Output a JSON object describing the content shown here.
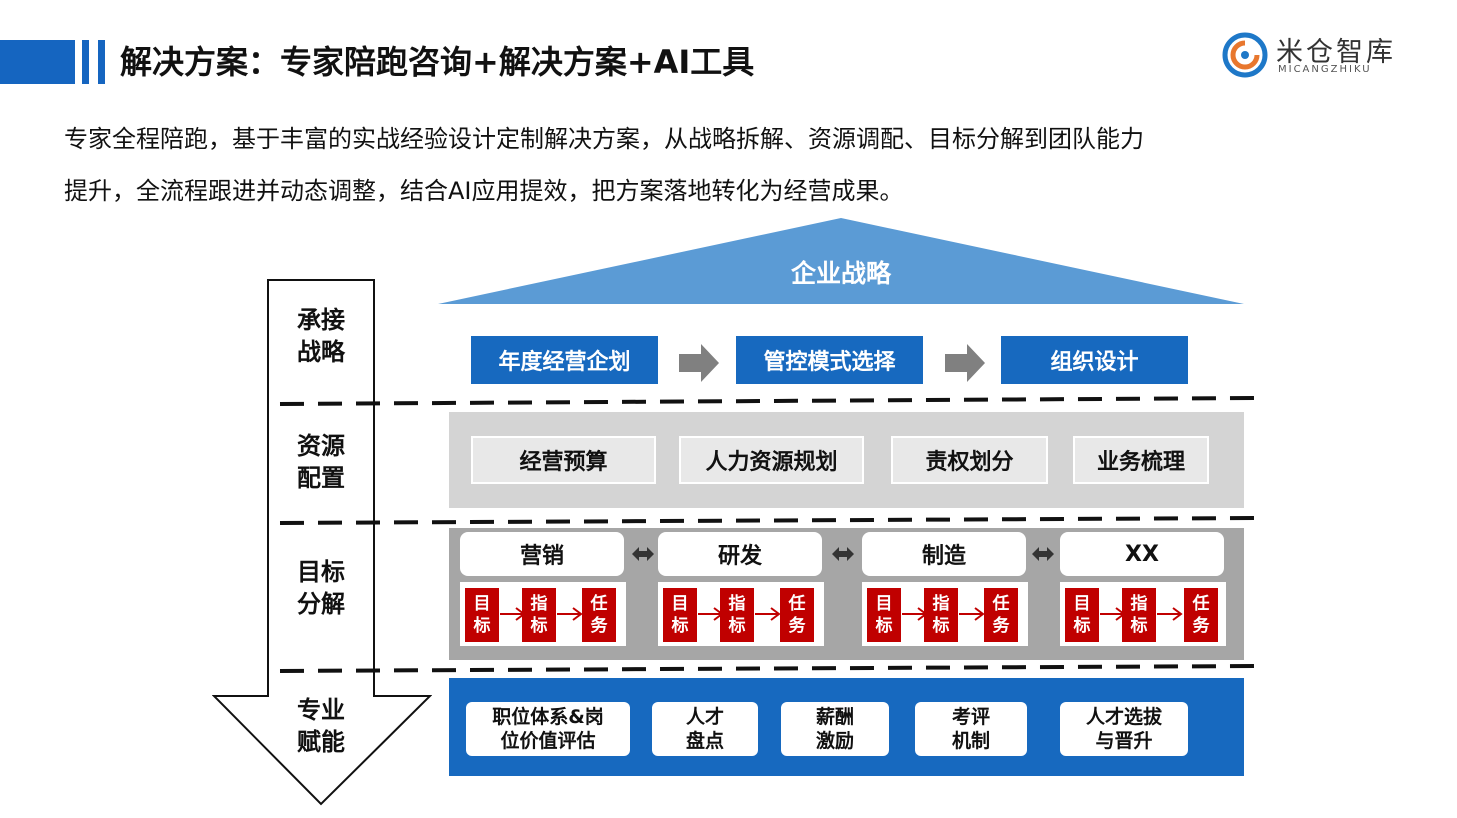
{
  "header": {
    "title": "解决方案：专家陪跑咨询+解决方案+AI工具",
    "logo_text": "米仓智库",
    "logo_sub": "MICANGZHIKU"
  },
  "intro": {
    "line1": "专家全程陪跑，基于丰富的实战经验设计定制解决方案，从战略拆解、资源调配、目标分解到团队能力",
    "line2": "提升，全流程跟进并动态调整，结合AI应用提效，把方案落地转化为经营成果。"
  },
  "colors": {
    "brand_blue": "#1565c0",
    "box_blue": "#1769bf",
    "roof_blue": "#5b9bd5",
    "red": "#c00000",
    "gray_light": "#d4d4d4",
    "gray_mid": "#a6a6a6"
  },
  "stages": [
    {
      "line1": "承接",
      "line2": "战略"
    },
    {
      "line1": "资源",
      "line2": "配置"
    },
    {
      "line1": "目标",
      "line2": "分解"
    },
    {
      "line1": "专业",
      "line2": "赋能"
    }
  ],
  "strategy": {
    "roof_label": "企业战略",
    "steps": [
      "年度经营企划",
      "管控模式选择",
      "组织设计"
    ]
  },
  "resources": [
    "经营预算",
    "人力资源规划",
    "责权划分",
    "业务梳理"
  ],
  "goals": {
    "departments": [
      "营销",
      "研发",
      "制造",
      "XX"
    ],
    "chain": [
      {
        "line1": "目",
        "line2": "标"
      },
      {
        "line1": "指",
        "line2": "标"
      },
      {
        "line1": "任",
        "line2": "务"
      }
    ]
  },
  "talent": [
    {
      "line1": "职位体系&岗",
      "line2": "位价值评估"
    },
    {
      "line1": "人才",
      "line2": "盘点"
    },
    {
      "line1": "薪酬",
      "line2": "激励"
    },
    {
      "line1": "考评",
      "line2": "机制"
    },
    {
      "line1": "人才选拔",
      "line2": "与晋升"
    }
  ]
}
